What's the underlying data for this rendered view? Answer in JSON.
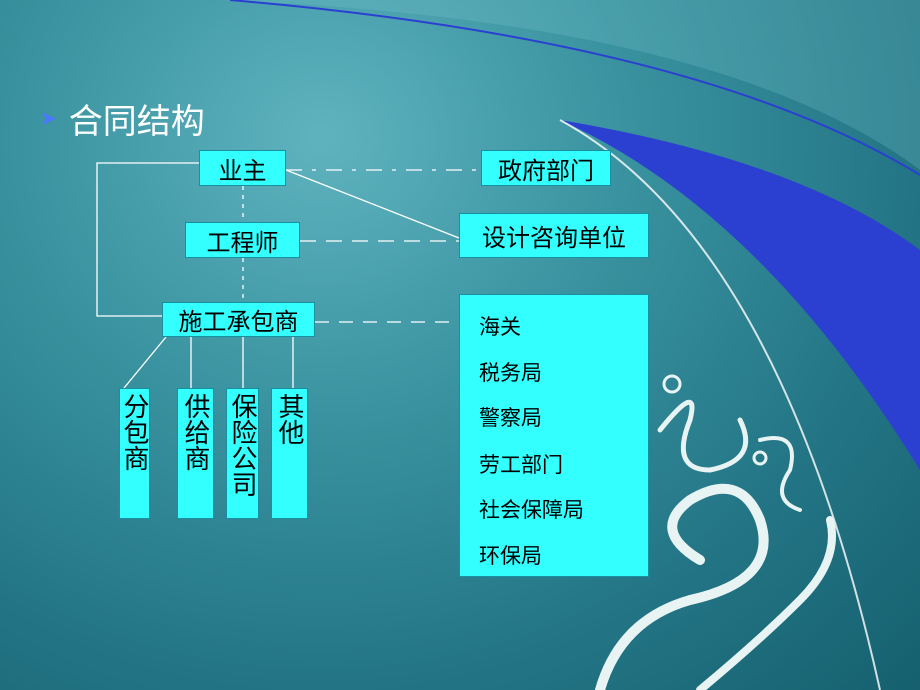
{
  "slide": {
    "title": "合同结构"
  },
  "diagram": {
    "owner": "业主",
    "government": "政府部门",
    "engineer": "工程师",
    "design_consulting": "设计咨询单位",
    "contractor": "施工承包商",
    "children": [
      "分包商",
      "供给商",
      "保险公司",
      "其他"
    ],
    "agencies": [
      "海关",
      "税务局",
      "警察局",
      "劳工部门",
      "社会保障局",
      "环保局"
    ]
  },
  "colors": {
    "box_fill": "#33ffff",
    "bullet": "#4a78ff",
    "accent_swoosh": "#2b3fd1"
  }
}
